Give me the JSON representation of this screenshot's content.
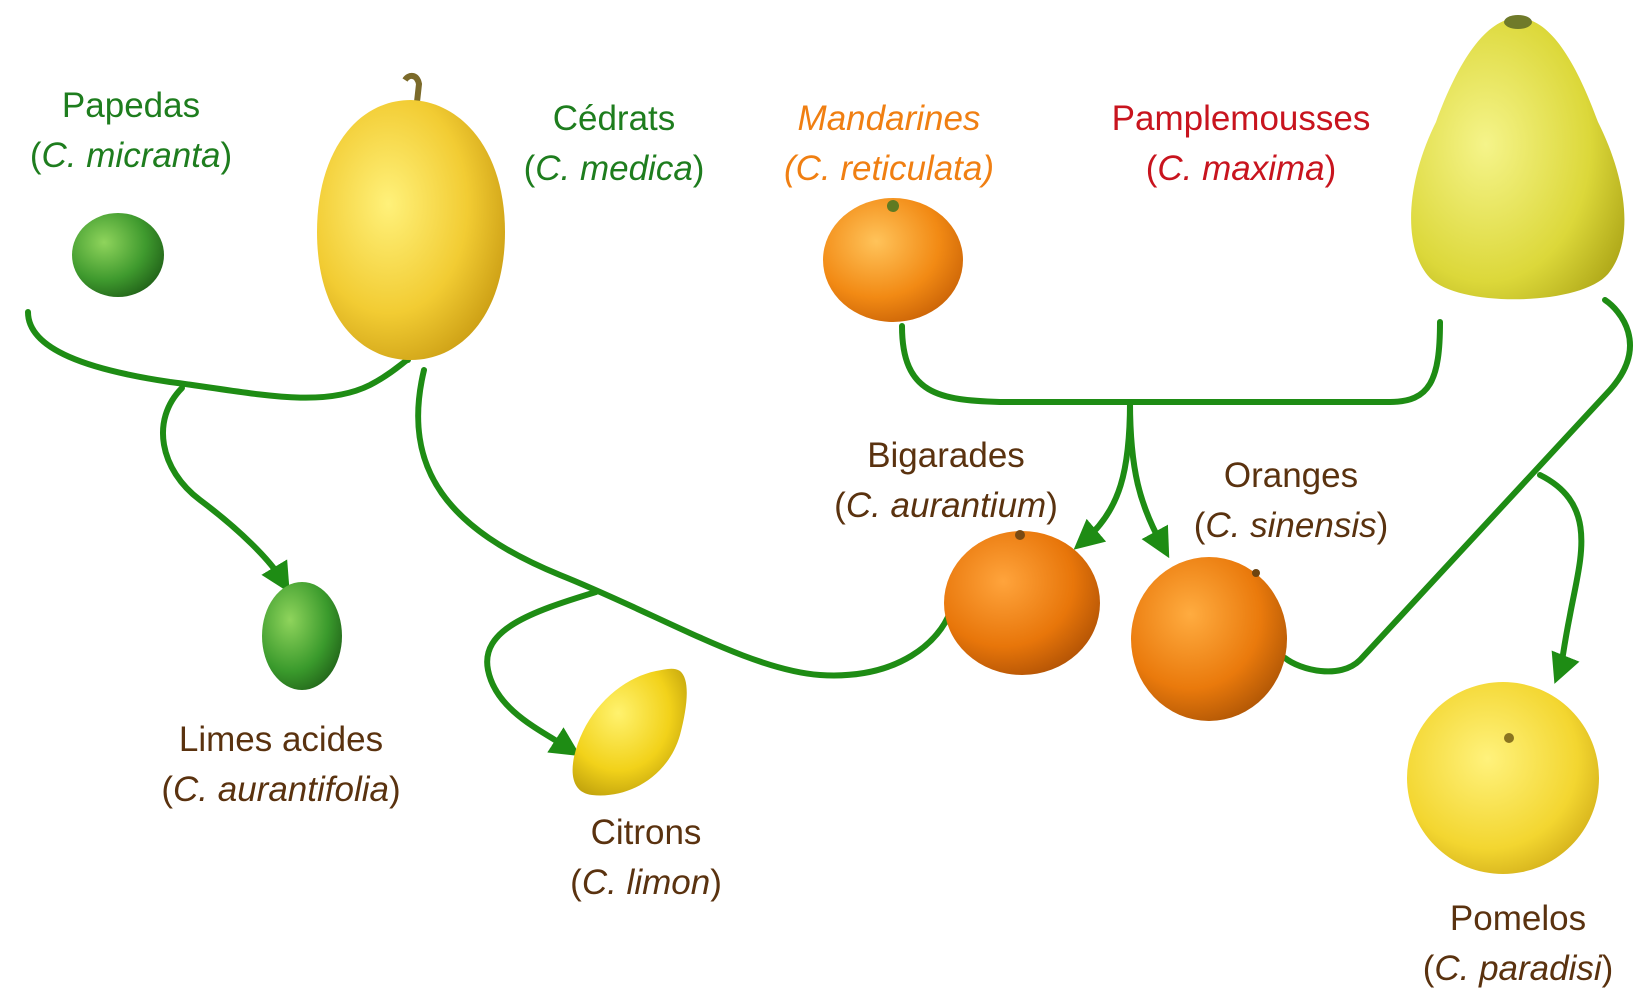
{
  "colors": {
    "ancestral_green": "#1e7d1e",
    "mandarine_orange": "#f07f12",
    "pamplemousse_red": "#c8141e",
    "hybrid_brown": "#5a320f",
    "arrow_green": "#1e8c14"
  },
  "ancestors": [
    {
      "id": "papedas",
      "name": "Papedas",
      "genus": "C.",
      "species": "micranta",
      "color": "ancestral_green"
    },
    {
      "id": "cedrats",
      "name": "Cédrats",
      "genus": "C.",
      "species": "medica",
      "color": "ancestral_green"
    },
    {
      "id": "mandarines",
      "name": "Mandarines",
      "genus": "C.",
      "species": "reticulata",
      "color": "mandarine_orange",
      "italic_name": true
    },
    {
      "id": "pamplemousses",
      "name": "Pamplemousses",
      "genus": "C.",
      "species": "maxima",
      "color": "pamplemousse_red"
    }
  ],
  "hybrids": [
    {
      "id": "limes",
      "name": "Limes acides",
      "genus": "C.",
      "species": "aurantifolia",
      "parents": [
        "papedas",
        "cedrats"
      ]
    },
    {
      "id": "citrons",
      "name": "Citrons",
      "genus": "C.",
      "species": "limon",
      "parents": [
        "cedrats",
        "bigarades"
      ]
    },
    {
      "id": "bigarades",
      "name": "Bigarades",
      "genus": "C.",
      "species": "aurantium",
      "parents": [
        "mandarines",
        "pamplemousses"
      ]
    },
    {
      "id": "oranges",
      "name": "Oranges",
      "genus": "C.",
      "species": "sinensis",
      "parents": [
        "mandarines",
        "pamplemousses"
      ]
    },
    {
      "id": "pomelos",
      "name": "Pomelos",
      "genus": "C.",
      "species": "paradisi",
      "parents": [
        "oranges",
        "pamplemousses"
      ]
    }
  ],
  "fruit_icons": {
    "papedas": "green-lime-icon",
    "cedrats": "yellow-citron-icon",
    "mandarines": "mandarin-icon",
    "pamplemousses": "pomelo-fruit-icon",
    "limes": "green-lime-icon",
    "citrons": "lemon-icon",
    "bigarades": "bitter-orange-icon",
    "oranges": "orange-icon",
    "pomelos": "grapefruit-icon"
  }
}
